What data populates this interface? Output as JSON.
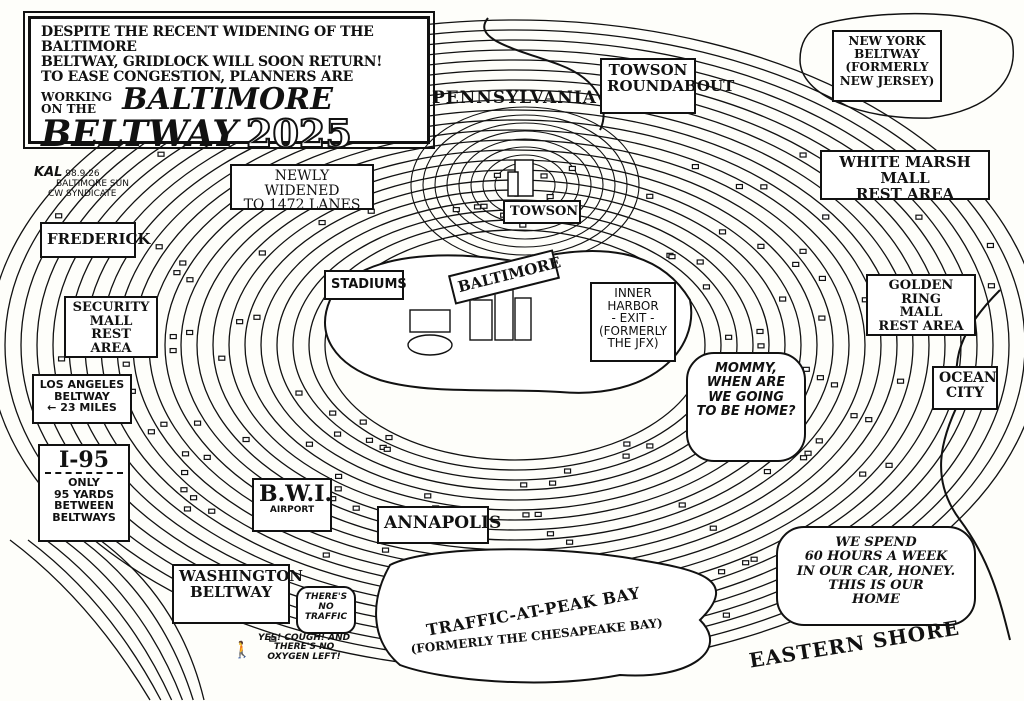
{
  "cartoon": {
    "title_box": {
      "intro_lines": [
        "DESPITE THE RECENT WIDENING OF THE BALTIMORE",
        "BELTWAY, GRIDLOCK WILL SOON RETURN!",
        "TO EASE CONGESTION, PLANNERS ARE"
      ],
      "working_on_the": [
        "WORKING",
        "ON THE"
      ],
      "headline_1": "BALTIMORE",
      "headline_2": "BELTWAY",
      "headline_year": "2025"
    },
    "signature": {
      "artist": "KAL",
      "date": "98.9.26",
      "publication": "BALTIMORE SUN",
      "syndicate": "CW SYNDICATE"
    },
    "labels": {
      "pennsylvania": "PENNSYLVANIA",
      "towson_roundabout": [
        "TOWSON",
        "ROUNDABOUT"
      ],
      "towson": "TOWSON",
      "new_york_beltway": [
        "NEW YORK",
        "BELTWAY",
        "(FORMERLY",
        "NEW JERSEY)"
      ],
      "white_marsh": [
        "WHITE MARSH MALL",
        "REST AREA"
      ],
      "newly_widened": [
        "NEWLY WIDENED",
        "TO 1472 LANES"
      ],
      "frederick": "FREDERICK",
      "security_mall": [
        "SECURITY",
        "MALL",
        "REST AREA"
      ],
      "los_angeles": [
        "LOS ANGELES",
        "BELTWAY",
        "← 23 MILES"
      ],
      "stadiums": "STADIUMS",
      "baltimore": "BALTIMORE",
      "inner_harbor": [
        "INNER",
        "HARBOR",
        "- EXIT -",
        "(FORMERLY",
        "THE JFX)"
      ],
      "golden_ring": [
        "GOLDEN RING",
        "MALL",
        "REST AREA"
      ],
      "ocean_city": [
        "OCEAN",
        "CITY"
      ],
      "i95_title": "I-95",
      "i95_note": [
        "ONLY",
        "95 YARDS",
        "BETWEEN",
        "BELTWAYS"
      ],
      "bwi": "B.W.I.",
      "bwi_sub": "AIRPORT",
      "annapolis": "ANNAPOLIS",
      "washington_beltway": [
        "WASHINGTON",
        "BELTWAY"
      ],
      "bay_1": "TRAFFIC-AT-PEAK BAY",
      "bay_2": "(FORMERLY THE CHESAPEAKE BAY)",
      "eastern_shore": "EASTERN SHORE"
    },
    "speech": {
      "mommy": [
        "MOMMY,",
        "WHEN ARE",
        "WE GOING",
        "TO BE HOME?"
      ],
      "we_spend": [
        "WE SPEND",
        "60 HOURS A WEEK",
        "IN OUR CAR, HONEY.",
        "THIS IS OUR",
        "HOME"
      ],
      "no_traffic": [
        "THERE'S",
        "NO",
        "TRAFFIC"
      ],
      "cough": [
        "YES! COUGH! AND",
        "THERE'S NO",
        "OXYGEN LEFT!"
      ]
    }
  },
  "colors": {
    "ink": "#111111",
    "paper": "#fefefa"
  }
}
